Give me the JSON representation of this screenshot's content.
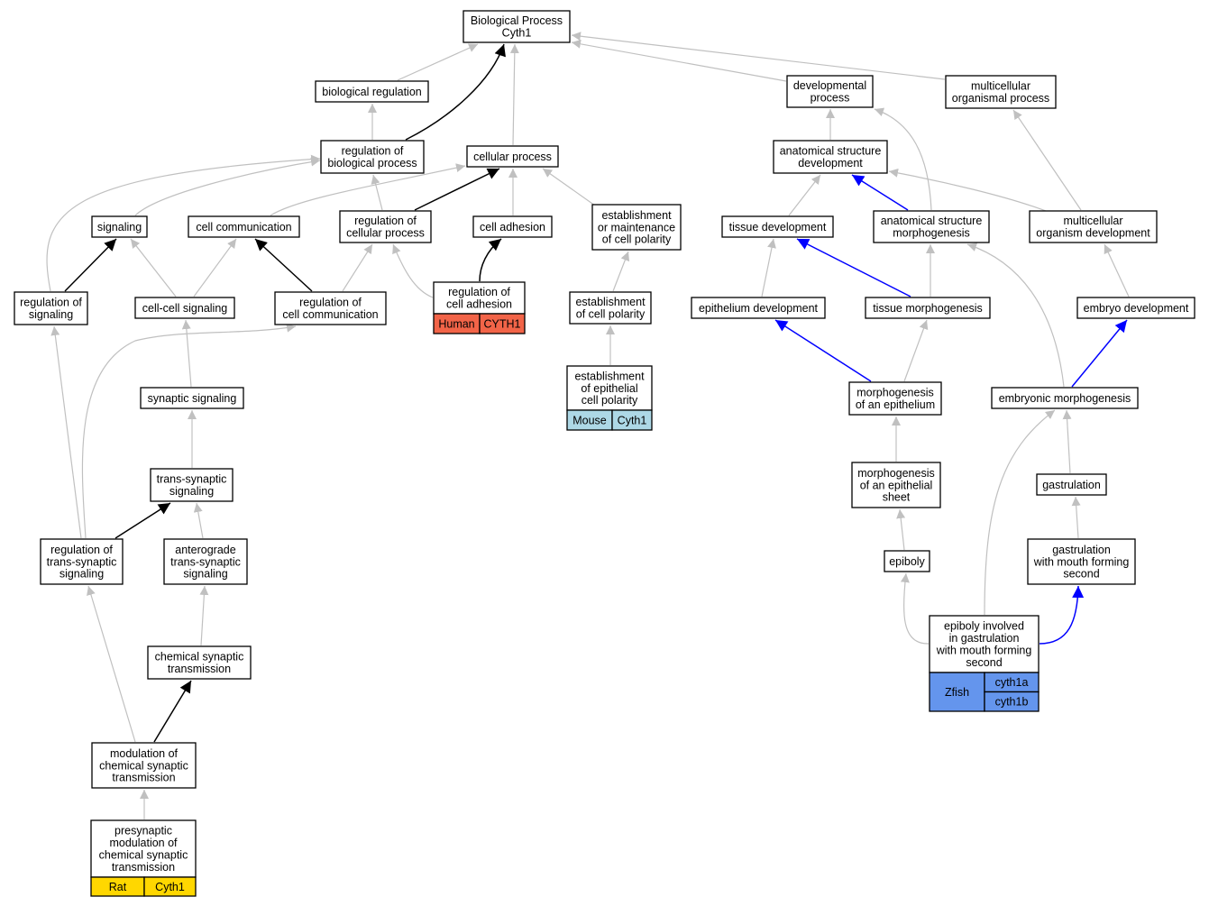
{
  "diagram": {
    "title": "GO Biological Process graph for Cyth1",
    "colors": {
      "edge_gray": "#c0c0c0",
      "edge_black": "#000000",
      "edge_blue": "#0000ff",
      "human": "#f26448",
      "mouse": "#add8e6",
      "zfish": "#6495ed",
      "rat": "#ffd700"
    },
    "nodes": [
      {
        "id": "bp",
        "lines": [
          "Biological Process",
          "Cyth1"
        ]
      },
      {
        "id": "biological_regulation",
        "lines": [
          "biological regulation"
        ]
      },
      {
        "id": "regulation_of_biological_process",
        "lines": [
          "regulation of",
          "biological process"
        ]
      },
      {
        "id": "cellular_process",
        "lines": [
          "cellular process"
        ]
      },
      {
        "id": "developmental_process",
        "lines": [
          "developmental",
          "process"
        ]
      },
      {
        "id": "multicellular_organismal_process",
        "lines": [
          "multicellular",
          "organismal process"
        ]
      },
      {
        "id": "anatomical_structure_development",
        "lines": [
          "anatomical structure",
          "development"
        ]
      },
      {
        "id": "signaling",
        "lines": [
          "signaling"
        ]
      },
      {
        "id": "cell_communication",
        "lines": [
          "cell communication"
        ]
      },
      {
        "id": "regulation_of_cellular_process",
        "lines": [
          "regulation of",
          "cellular process"
        ]
      },
      {
        "id": "cell_adhesion",
        "lines": [
          "cell adhesion"
        ]
      },
      {
        "id": "establishment_or_maintenance_of_cell_polarity",
        "lines": [
          "establishment",
          "or maintenance",
          "of cell polarity"
        ]
      },
      {
        "id": "tissue_development",
        "lines": [
          "tissue development"
        ]
      },
      {
        "id": "anatomical_structure_morphogenesis",
        "lines": [
          "anatomical structure",
          "morphogenesis"
        ]
      },
      {
        "id": "multicellular_organism_development",
        "lines": [
          "multicellular",
          "organism development"
        ]
      },
      {
        "id": "regulation_of_signaling",
        "lines": [
          "regulation of",
          "signaling"
        ]
      },
      {
        "id": "cell_cell_signaling",
        "lines": [
          "cell-cell signaling"
        ]
      },
      {
        "id": "regulation_of_cell_communication",
        "lines": [
          "regulation of",
          "cell communication"
        ]
      },
      {
        "id": "regulation_of_cell_adhesion",
        "lines": [
          "regulation of",
          "cell adhesion"
        ],
        "species": "Human",
        "genes": [
          "CYTH1"
        ]
      },
      {
        "id": "establishment_of_cell_polarity",
        "lines": [
          "establishment",
          "of cell polarity"
        ]
      },
      {
        "id": "epithelium_development",
        "lines": [
          "epithelium development"
        ]
      },
      {
        "id": "tissue_morphogenesis",
        "lines": [
          "tissue morphogenesis"
        ]
      },
      {
        "id": "embryo_development",
        "lines": [
          "embryo development"
        ]
      },
      {
        "id": "synaptic_signaling",
        "lines": [
          "synaptic signaling"
        ]
      },
      {
        "id": "establishment_of_epithelial_cell_polarity",
        "lines": [
          "establishment",
          "of epithelial",
          "cell polarity"
        ],
        "species": "Mouse",
        "genes": [
          "Cyth1"
        ]
      },
      {
        "id": "morphogenesis_of_an_epithelium",
        "lines": [
          "morphogenesis",
          "of an epithelium"
        ]
      },
      {
        "id": "embryonic_morphogenesis",
        "lines": [
          "embryonic morphogenesis"
        ]
      },
      {
        "id": "trans_synaptic_signaling",
        "lines": [
          "trans-synaptic",
          "signaling"
        ]
      },
      {
        "id": "morphogenesis_of_an_epithelial_sheet",
        "lines": [
          "morphogenesis",
          "of an epithelial",
          "sheet"
        ]
      },
      {
        "id": "gastrulation",
        "lines": [
          "gastrulation"
        ]
      },
      {
        "id": "regulation_of_trans_synaptic_signaling",
        "lines": [
          "regulation of",
          "trans-synaptic",
          "signaling"
        ]
      },
      {
        "id": "anterograde_trans_synaptic_signaling",
        "lines": [
          "anterograde",
          "trans-synaptic",
          "signaling"
        ]
      },
      {
        "id": "epiboly",
        "lines": [
          "epiboly"
        ]
      },
      {
        "id": "gastrulation_with_mouth_forming_second",
        "lines": [
          "gastrulation",
          "with mouth forming",
          "second"
        ]
      },
      {
        "id": "epiboly_involved_in_gastrulation",
        "lines": [
          "epiboly involved",
          "in gastrulation",
          "with mouth forming",
          "second"
        ],
        "species": "Zfish",
        "genes": [
          "cyth1a",
          "cyth1b"
        ]
      },
      {
        "id": "chemical_synaptic_transmission",
        "lines": [
          "chemical synaptic",
          "transmission"
        ]
      },
      {
        "id": "modulation_of_chemical_synaptic_transmission",
        "lines": [
          "modulation of",
          "chemical synaptic",
          "transmission"
        ]
      },
      {
        "id": "presynaptic_modulation",
        "lines": [
          "presynaptic",
          "modulation of",
          "chemical synaptic",
          "transmission"
        ],
        "species": "Rat",
        "genes": [
          "Cyth1"
        ]
      }
    ],
    "edges": [
      {
        "from": "biological_regulation",
        "to": "bp",
        "kind": "gray"
      },
      {
        "from": "regulation_of_biological_process",
        "to": "bp",
        "kind": "black"
      },
      {
        "from": "cellular_process",
        "to": "bp",
        "kind": "gray"
      },
      {
        "from": "developmental_process",
        "to": "bp",
        "kind": "gray"
      },
      {
        "from": "multicellular_organismal_process",
        "to": "bp",
        "kind": "gray"
      },
      {
        "from": "regulation_of_biological_process",
        "to": "biological_regulation",
        "kind": "gray"
      },
      {
        "from": "anatomical_structure_development",
        "to": "developmental_process",
        "kind": "gray"
      },
      {
        "from": "anatomical_structure_morphogenesis",
        "to": "developmental_process",
        "kind": "gray"
      },
      {
        "from": "multicellular_organism_development",
        "to": "multicellular_organismal_process",
        "kind": "gray"
      },
      {
        "from": "signaling",
        "to": "regulation_of_biological_process",
        "kind": "gray"
      },
      {
        "from": "regulation_of_signaling",
        "to": "regulation_of_biological_process",
        "kind": "gray"
      },
      {
        "from": "regulation_of_cellular_process",
        "to": "regulation_of_biological_process",
        "kind": "gray"
      },
      {
        "from": "regulation_of_cellular_process",
        "to": "cellular_process",
        "kind": "black"
      },
      {
        "from": "cell_adhesion",
        "to": "cellular_process",
        "kind": "gray"
      },
      {
        "from": "cell_communication",
        "to": "cellular_process",
        "kind": "gray"
      },
      {
        "from": "establishment_or_maintenance_of_cell_polarity",
        "to": "cellular_process",
        "kind": "gray"
      },
      {
        "from": "tissue_development",
        "to": "anatomical_structure_development",
        "kind": "gray"
      },
      {
        "from": "anatomical_structure_morphogenesis",
        "to": "anatomical_structure_development",
        "kind": "blue"
      },
      {
        "from": "multicellular_organism_development",
        "to": "anatomical_structure_development",
        "kind": "gray"
      },
      {
        "from": "regulation_of_signaling",
        "to": "signaling",
        "kind": "black"
      },
      {
        "from": "cell_cell_signaling",
        "to": "signaling",
        "kind": "gray"
      },
      {
        "from": "cell_cell_signaling",
        "to": "cell_communication",
        "kind": "gray"
      },
      {
        "from": "regulation_of_cell_communication",
        "to": "cell_communication",
        "kind": "black"
      },
      {
        "from": "regulation_of_cell_communication",
        "to": "regulation_of_cellular_process",
        "kind": "gray"
      },
      {
        "from": "regulation_of_cell_adhesion",
        "to": "regulation_of_cellular_process",
        "kind": "gray"
      },
      {
        "from": "regulation_of_cell_adhesion",
        "to": "cell_adhesion",
        "kind": "black"
      },
      {
        "from": "establishment_of_cell_polarity",
        "to": "establishment_or_maintenance_of_cell_polarity",
        "kind": "gray"
      },
      {
        "from": "establishment_of_epithelial_cell_polarity",
        "to": "establishment_of_cell_polarity",
        "kind": "gray"
      },
      {
        "from": "epithelium_development",
        "to": "tissue_development",
        "kind": "gray"
      },
      {
        "from": "tissue_morphogenesis",
        "to": "tissue_development",
        "kind": "blue"
      },
      {
        "from": "tissue_morphogenesis",
        "to": "anatomical_structure_morphogenesis",
        "kind": "gray"
      },
      {
        "from": "embryonic_morphogenesis",
        "to": "anatomical_structure_morphogenesis",
        "kind": "gray"
      },
      {
        "from": "embryo_development",
        "to": "multicellular_organism_development",
        "kind": "gray"
      },
      {
        "from": "morphogenesis_of_an_epithelium",
        "to": "epithelium_development",
        "kind": "blue"
      },
      {
        "from": "morphogenesis_of_an_epithelium",
        "to": "tissue_morphogenesis",
        "kind": "gray"
      },
      {
        "from": "embryonic_morphogenesis",
        "to": "embryo_development",
        "kind": "blue"
      },
      {
        "from": "synaptic_signaling",
        "to": "cell_cell_signaling",
        "kind": "gray"
      },
      {
        "from": "trans_synaptic_signaling",
        "to": "synaptic_signaling",
        "kind": "gray"
      },
      {
        "from": "regulation_of_trans_synaptic_signaling",
        "to": "trans_synaptic_signaling",
        "kind": "black"
      },
      {
        "from": "anterograde_trans_synaptic_signaling",
        "to": "trans_synaptic_signaling",
        "kind": "gray"
      },
      {
        "from": "regulation_of_trans_synaptic_signaling",
        "to": "regulation_of_signaling",
        "kind": "gray"
      },
      {
        "from": "regulation_of_trans_synaptic_signaling",
        "to": "regulation_of_cell_communication",
        "kind": "gray"
      },
      {
        "from": "morphogenesis_of_an_epithelial_sheet",
        "to": "morphogenesis_of_an_epithelium",
        "kind": "gray"
      },
      {
        "from": "gastrulation",
        "to": "embryonic_morphogenesis",
        "kind": "gray"
      },
      {
        "from": "epiboly",
        "to": "morphogenesis_of_an_epithelial_sheet",
        "kind": "gray"
      },
      {
        "from": "gastrulation_with_mouth_forming_second",
        "to": "gastrulation",
        "kind": "gray"
      },
      {
        "from": "epiboly_involved_in_gastrulation",
        "to": "epiboly",
        "kind": "gray"
      },
      {
        "from": "epiboly_involved_in_gastrulation",
        "to": "gastrulation_with_mouth_forming_second",
        "kind": "blue"
      },
      {
        "from": "epiboly_involved_in_gastrulation",
        "to": "embryonic_morphogenesis",
        "kind": "gray"
      },
      {
        "from": "chemical_synaptic_transmission",
        "to": "anterograde_trans_synaptic_signaling",
        "kind": "gray"
      },
      {
        "from": "modulation_of_chemical_synaptic_transmission",
        "to": "chemical_synaptic_transmission",
        "kind": "black"
      },
      {
        "from": "modulation_of_chemical_synaptic_transmission",
        "to": "regulation_of_trans_synaptic_signaling",
        "kind": "gray"
      },
      {
        "from": "presynaptic_modulation",
        "to": "modulation_of_chemical_synaptic_transmission",
        "kind": "gray"
      }
    ]
  }
}
